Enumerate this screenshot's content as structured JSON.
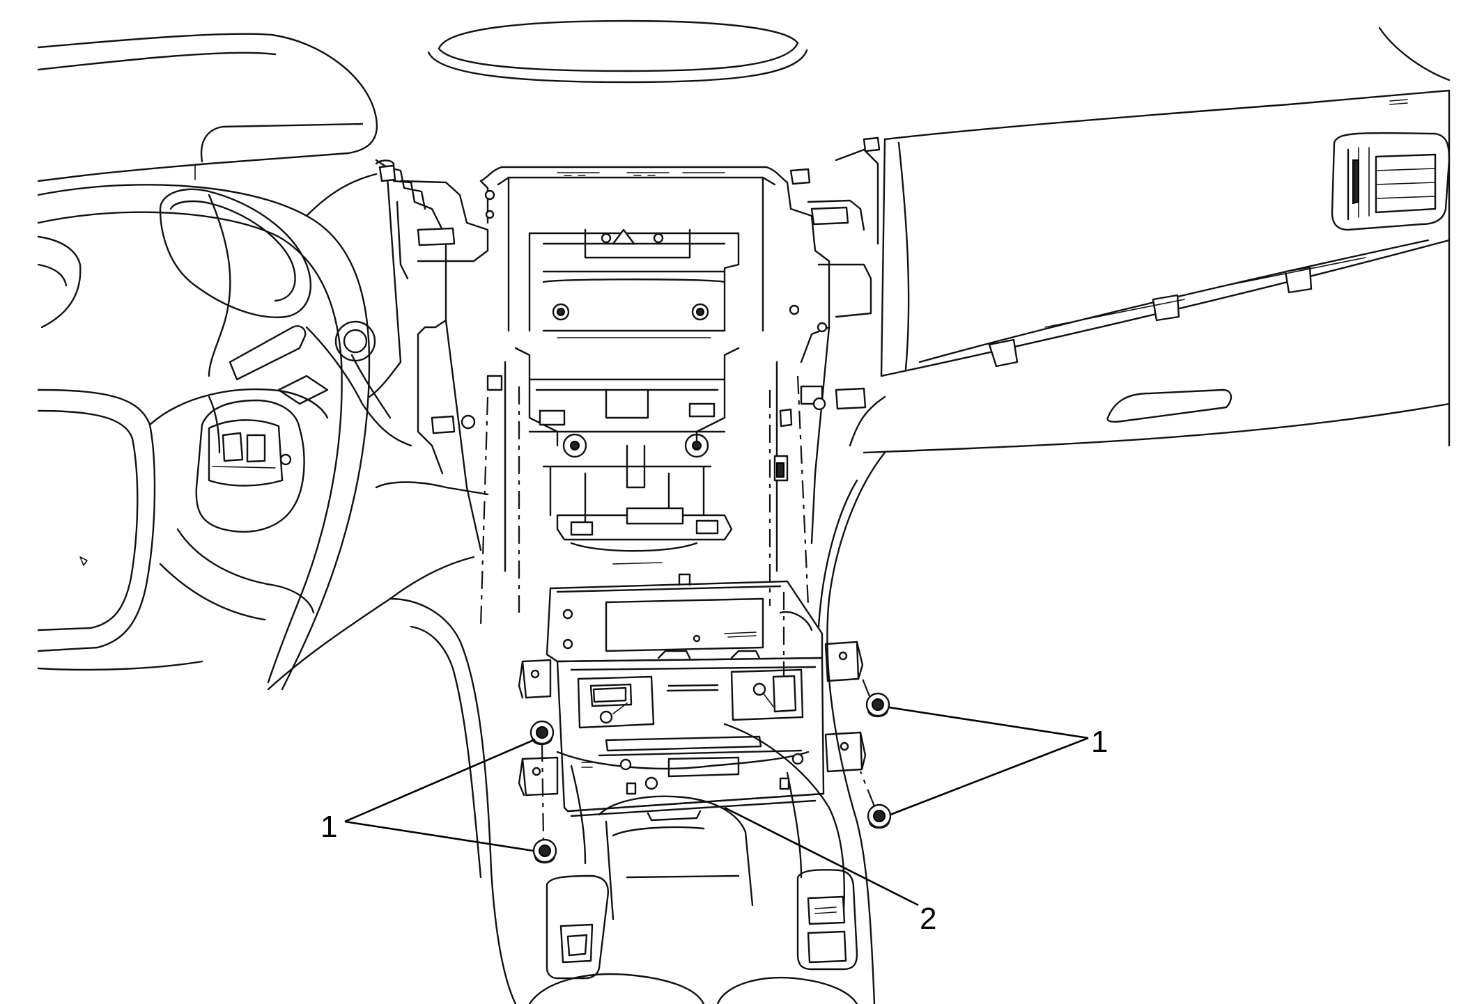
{
  "callouts": {
    "bolt_label_left": "1",
    "bolt_label_right": "1",
    "radio_label": "2"
  },
  "colors": {
    "line": "#111111",
    "background": "#ffffff"
  }
}
